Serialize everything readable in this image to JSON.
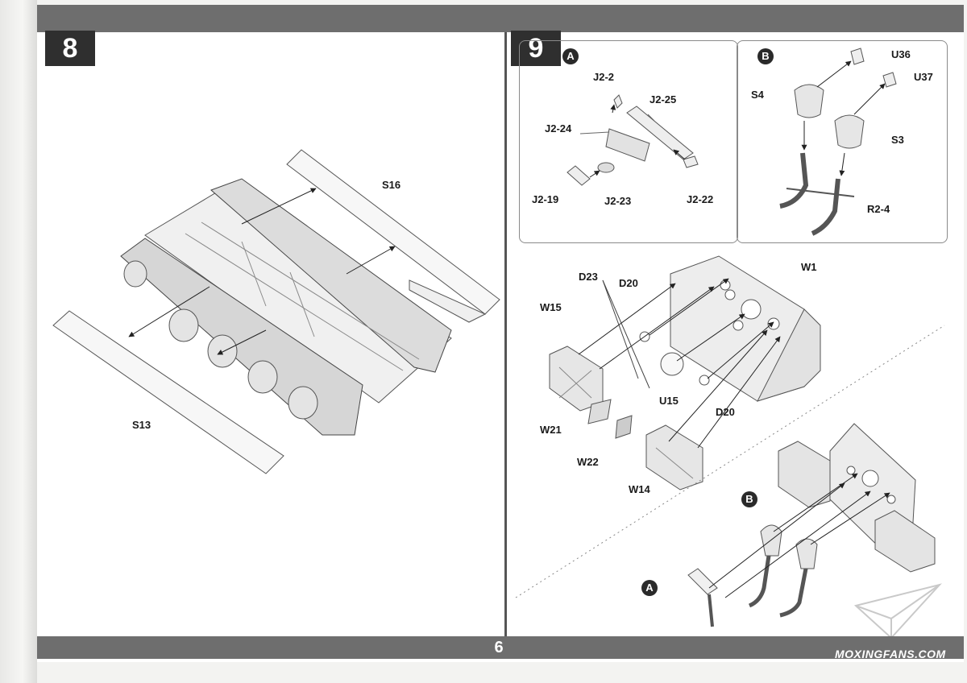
{
  "page_number": "6",
  "steps": {
    "step8": {
      "number": "8"
    },
    "step9": {
      "number": "9"
    }
  },
  "step8_parts": {
    "s16": "S16",
    "s13": "S13"
  },
  "step9_subassemblies": {
    "a": {
      "marker": "A",
      "parts": {
        "j2_2": "J2-2",
        "j2_25": "J2-25",
        "j2_24": "J2-24",
        "j2_19": "J2-19",
        "j2_23": "J2-23",
        "j2_22": "J2-22"
      }
    },
    "b": {
      "marker": "B",
      "parts": {
        "u36": "U36",
        "u37": "U37",
        "s4": "S4",
        "s3": "S3",
        "r2_4": "R2-4"
      }
    }
  },
  "step9_main_parts": {
    "w1": "W1",
    "d23": "D23",
    "d20_top": "D20",
    "w15": "W15",
    "u15": "U15",
    "d20_bottom": "D20",
    "w21": "W21",
    "w22": "W22",
    "w14": "W14"
  },
  "step9_final_markers": {
    "b": "B",
    "a": "A"
  },
  "watermark": "MOXINGFANS.COM"
}
